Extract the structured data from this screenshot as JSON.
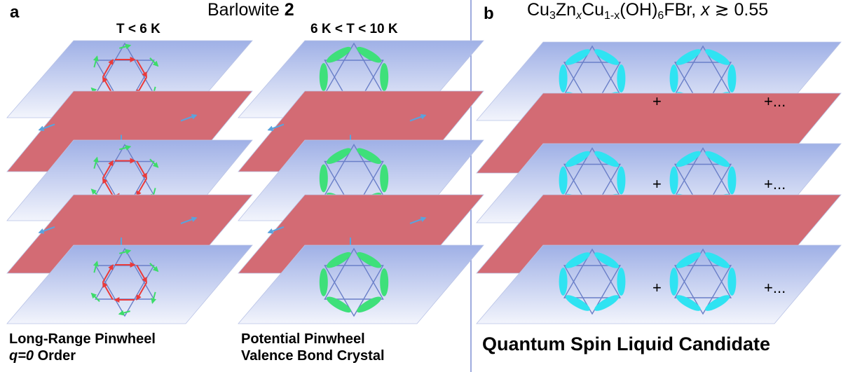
{
  "panel_a": {
    "letter": "a",
    "title_text": "Barlowite ",
    "title_bold": "2",
    "col1_header": "T < 6 K",
    "col2_header": "6 K < T < 10 K",
    "col1_caption_line1": "Long-Range Pinwheel",
    "col1_caption_line2_italic": "q=0",
    "col1_caption_line2_rest": " Order",
    "col2_caption_line1": "Potential Pinwheel",
    "col2_caption_line2": "Valence Bond Crystal"
  },
  "panel_b": {
    "letter": "b",
    "formula": {
      "cu": "Cu",
      "sub3": "3",
      "zn": "Zn",
      "subx": "x",
      "cu2": "Cu",
      "sub1x": "1-x",
      "oh": "(OH)",
      "sub6": "6",
      "fbr": "FBr,  ",
      "xvar": "x",
      "approx": " ≳ 0.55"
    },
    "plus_single": "+",
    "plus_more": "+...",
    "caption": "Quantum Spin Liquid Candidate"
  },
  "colors": {
    "kagome_plane_top": "#9fb0e6",
    "kagome_plane_bottom": "#f2f4fc",
    "spacer_plane": "#d36b74",
    "kagome_lines": "#6a7fc8",
    "spin_red": "#ea3a3a",
    "spin_green": "#3ddc6a",
    "spin_blue": "#5aa3dd",
    "dimer_green": "#3ee07a",
    "dimer_cyan": "#2fe3f2",
    "divider": "#7f8fd4"
  }
}
